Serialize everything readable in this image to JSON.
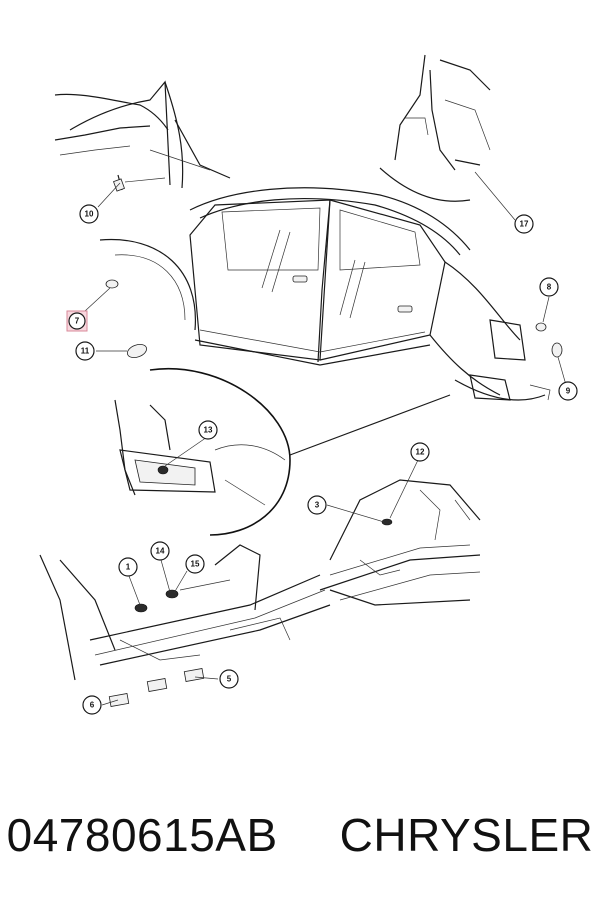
{
  "footer": {
    "part_number": "04780615AB",
    "brand": "CHRYSLER"
  },
  "callouts": [
    {
      "id": "c1",
      "label": "1"
    },
    {
      "id": "c3",
      "label": "3"
    },
    {
      "id": "c5",
      "label": "5"
    },
    {
      "id": "c6",
      "label": "6"
    },
    {
      "id": "c7",
      "label": "7",
      "highlighted": true
    },
    {
      "id": "c8",
      "label": "8"
    },
    {
      "id": "c9",
      "label": "9"
    },
    {
      "id": "c10",
      "label": "10"
    },
    {
      "id": "c11",
      "label": "11"
    },
    {
      "id": "c12",
      "label": "12"
    },
    {
      "id": "c13",
      "label": "13"
    },
    {
      "id": "c14",
      "label": "14"
    },
    {
      "id": "c15",
      "label": "15"
    },
    {
      "id": "c17",
      "label": "17"
    }
  ],
  "colors": {
    "highlight": "#f8d7de",
    "line": "#1a1a1a"
  }
}
